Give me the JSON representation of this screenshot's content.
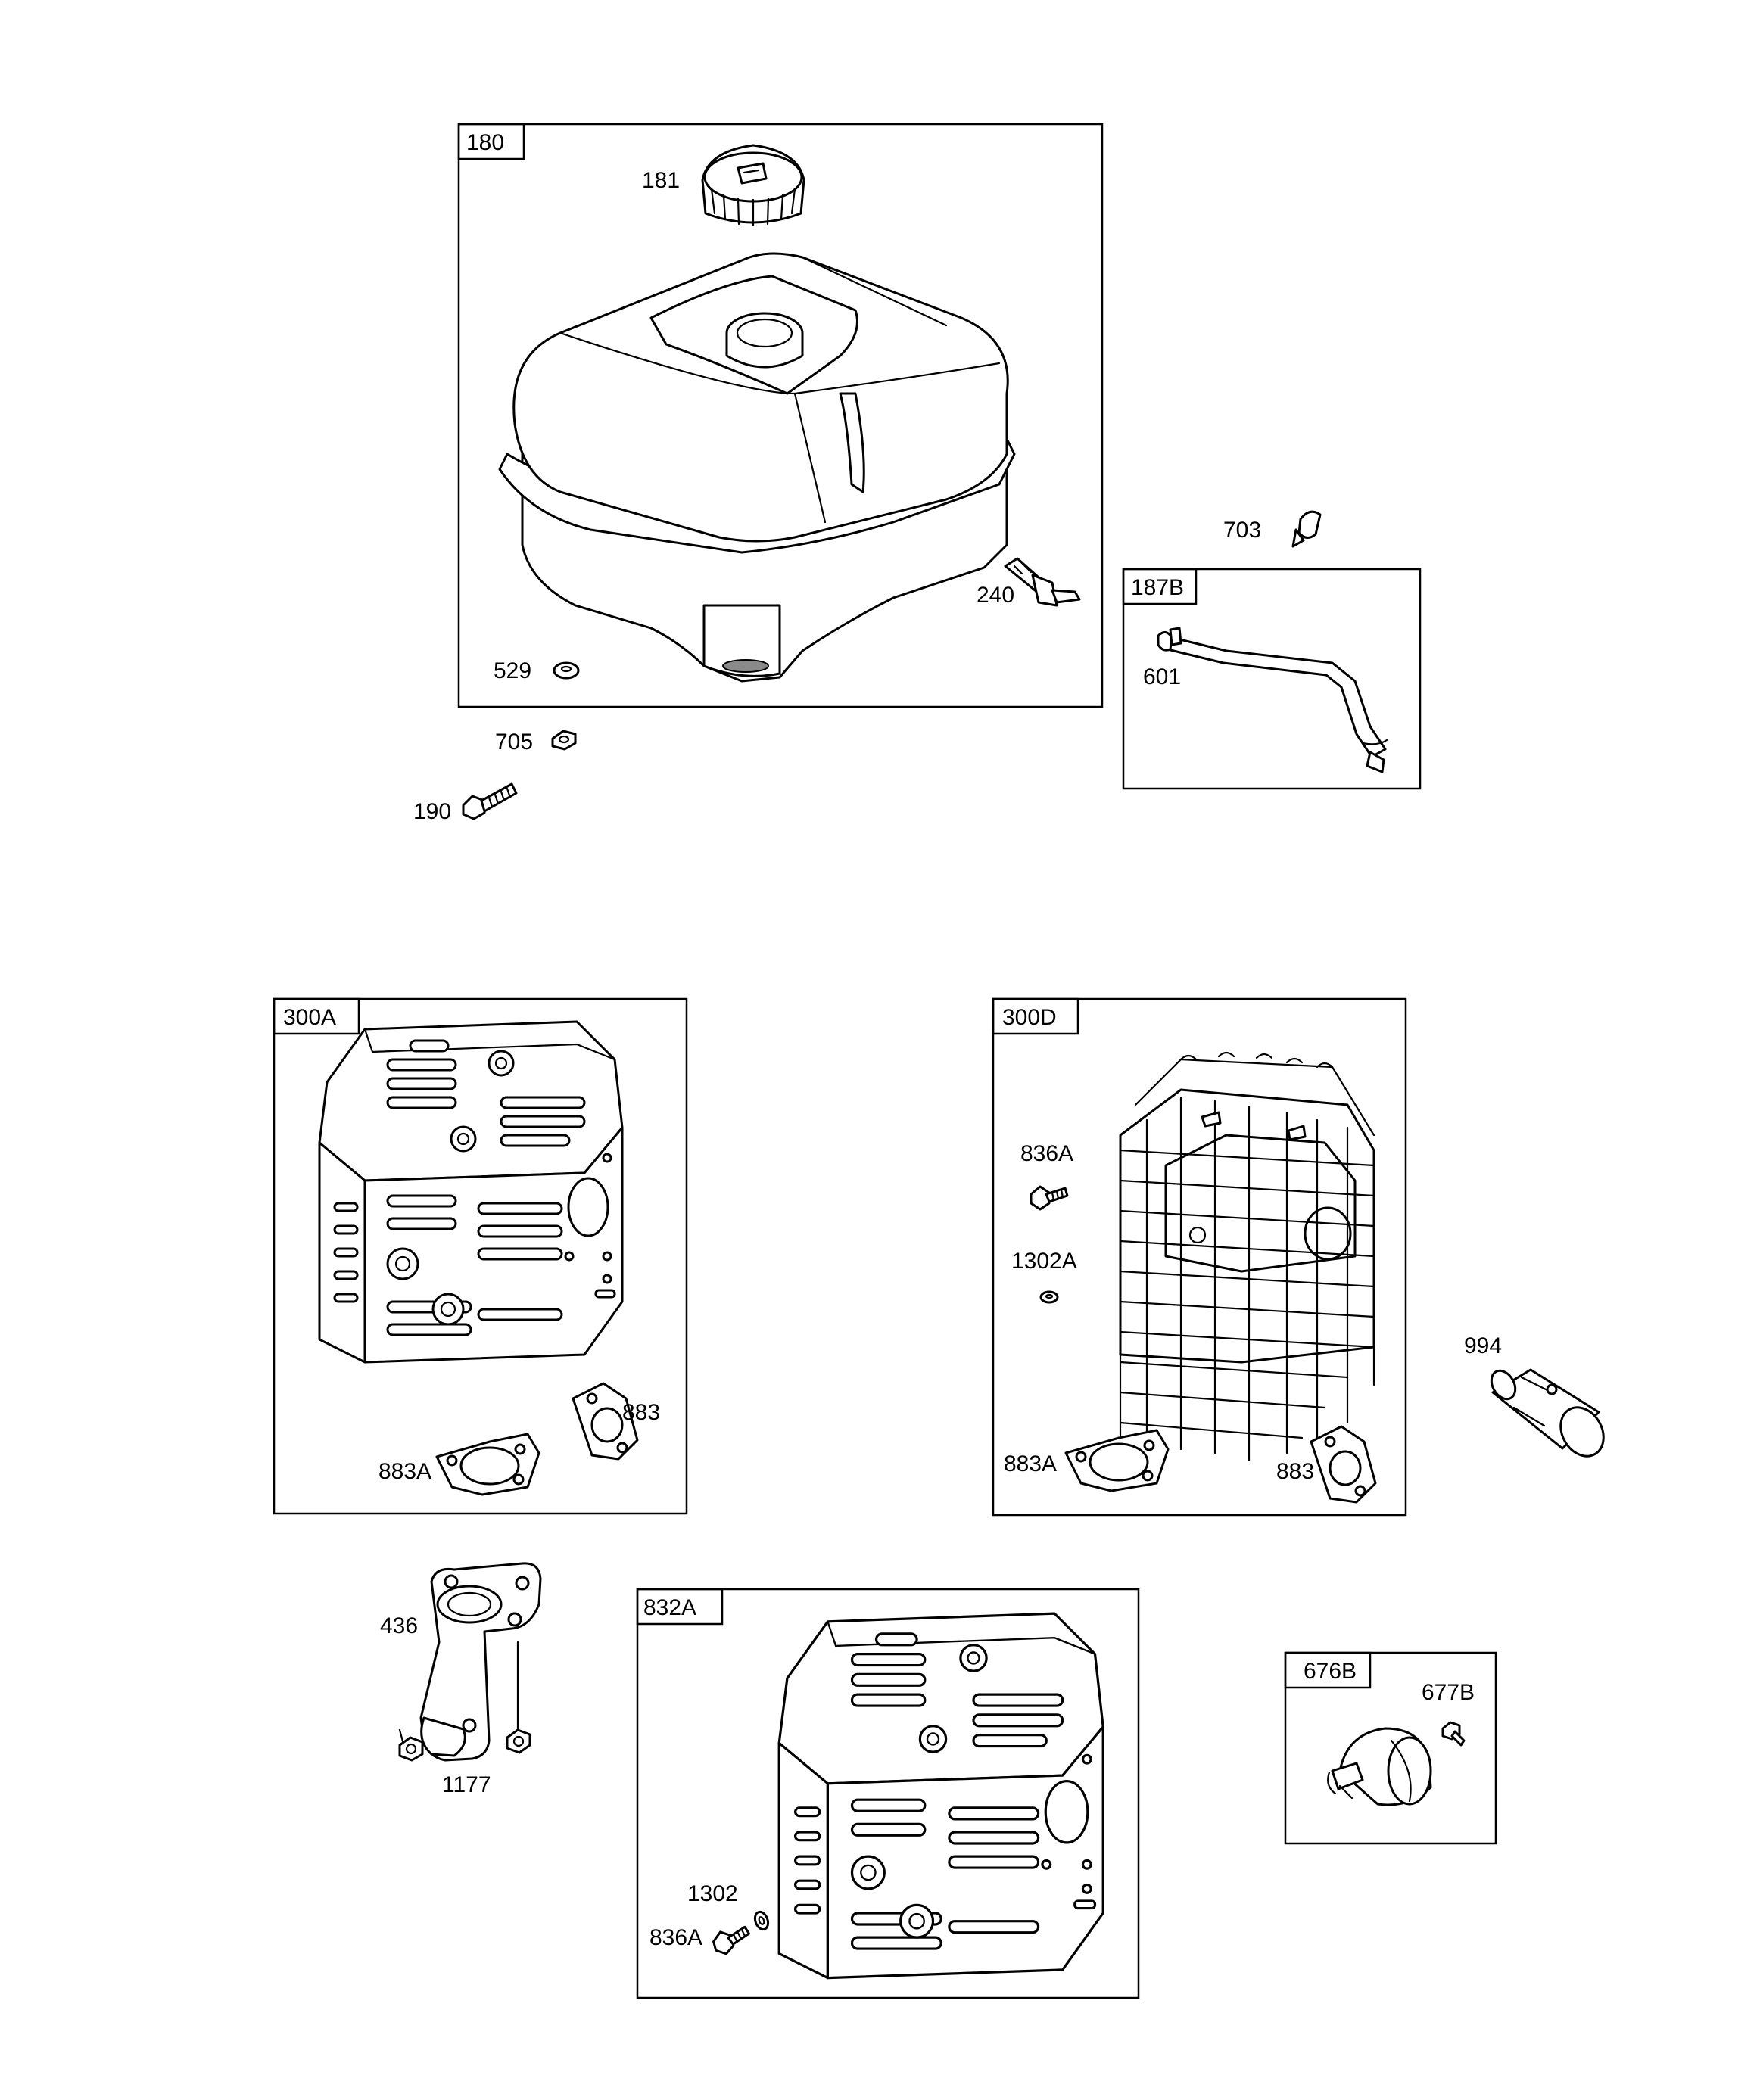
{
  "group_boxes": [
    {
      "id": "180"
    },
    {
      "id": "187B"
    },
    {
      "id": "300A"
    },
    {
      "id": "300D"
    },
    {
      "id": "832A"
    },
    {
      "id": "676B"
    }
  ],
  "callouts": [
    {
      "id": "181"
    },
    {
      "id": "240"
    },
    {
      "id": "529"
    },
    {
      "id": "705"
    },
    {
      "id": "190"
    },
    {
      "id": "703"
    },
    {
      "id": "601"
    },
    {
      "id": "883"
    },
    {
      "id": "883A"
    },
    {
      "id": "836A"
    },
    {
      "id": "1302A"
    },
    {
      "id": "883"
    },
    {
      "id": "883A"
    },
    {
      "id": "994"
    },
    {
      "id": "436"
    },
    {
      "id": "1177"
    },
    {
      "id": "1302"
    },
    {
      "id": "836A"
    },
    {
      "id": "677B"
    }
  ]
}
